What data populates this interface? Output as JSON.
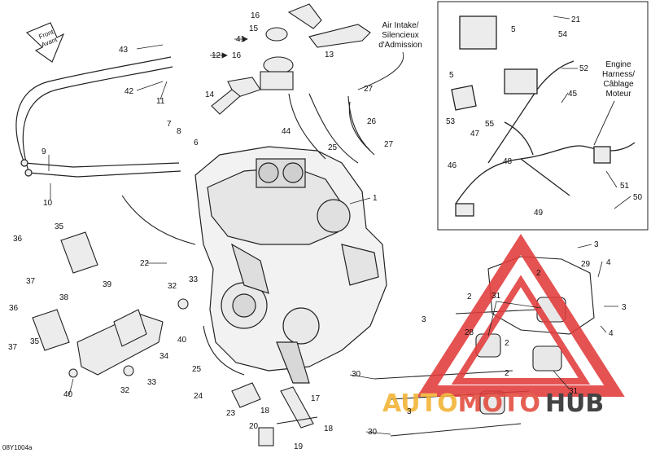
{
  "diagram": {
    "code": "08Y1004a",
    "front_arrow_text": [
      "Front",
      "Avant"
    ],
    "air_intake_note": [
      "Air Intake/",
      "Silencieux",
      "d'Admission"
    ],
    "engine_harness_note": [
      "Engine",
      "Harness/",
      "Câblage",
      "Moteur"
    ],
    "watermark": {
      "part1": "AUTO",
      "part2": "MOTO",
      "part3": "HUB",
      "colors": {
        "triangle": "#e23b3b",
        "auto": "#f2b233",
        "moto": "#e24a3b",
        "hub": "#2a2a2a"
      }
    },
    "callouts": [
      {
        "id": "c1",
        "text": "1"
      },
      {
        "id": "c2a",
        "text": "2"
      },
      {
        "id": "c2b",
        "text": "2"
      },
      {
        "id": "c2c",
        "text": "2"
      },
      {
        "id": "c2d",
        "text": "2"
      },
      {
        "id": "c3a",
        "text": "3"
      },
      {
        "id": "c3b",
        "text": "3"
      },
      {
        "id": "c3c",
        "text": "3"
      },
      {
        "id": "c3d",
        "text": "3"
      },
      {
        "id": "c4a",
        "text": "4"
      },
      {
        "id": "c4b",
        "text": "4"
      },
      {
        "id": "c5a",
        "text": "5"
      },
      {
        "id": "c5b",
        "text": "5"
      },
      {
        "id": "c6",
        "text": "6"
      },
      {
        "id": "c7",
        "text": "7"
      },
      {
        "id": "c8",
        "text": "8"
      },
      {
        "id": "c9",
        "text": "9"
      },
      {
        "id": "c10",
        "text": "10"
      },
      {
        "id": "c11",
        "text": "11"
      },
      {
        "id": "c12",
        "text": "12"
      },
      {
        "id": "c13",
        "text": "13"
      },
      {
        "id": "c14",
        "text": "14"
      },
      {
        "id": "c15",
        "text": "15"
      },
      {
        "id": "c16a",
        "text": "16"
      },
      {
        "id": "c16b",
        "text": "16"
      },
      {
        "id": "c17",
        "text": "17"
      },
      {
        "id": "c18a",
        "text": "18"
      },
      {
        "id": "c18b",
        "text": "18"
      },
      {
        "id": "c19",
        "text": "19"
      },
      {
        "id": "c20",
        "text": "20"
      },
      {
        "id": "c21",
        "text": "21"
      },
      {
        "id": "c22",
        "text": "22"
      },
      {
        "id": "c23",
        "text": "23"
      },
      {
        "id": "c24",
        "text": "24"
      },
      {
        "id": "c25a",
        "text": "25"
      },
      {
        "id": "c25b",
        "text": "25"
      },
      {
        "id": "c26",
        "text": "26"
      },
      {
        "id": "c27a",
        "text": "27"
      },
      {
        "id": "c27b",
        "text": "27"
      },
      {
        "id": "c28",
        "text": "28"
      },
      {
        "id": "c29",
        "text": "29"
      },
      {
        "id": "c30a",
        "text": "30"
      },
      {
        "id": "c30b",
        "text": "30"
      },
      {
        "id": "c31a",
        "text": "31"
      },
      {
        "id": "c31b",
        "text": "31"
      },
      {
        "id": "c32a",
        "text": "32"
      },
      {
        "id": "c32b",
        "text": "32"
      },
      {
        "id": "c33a",
        "text": "33"
      },
      {
        "id": "c33b",
        "text": "33"
      },
      {
        "id": "c34",
        "text": "34"
      },
      {
        "id": "c35a",
        "text": "35"
      },
      {
        "id": "c35b",
        "text": "35"
      },
      {
        "id": "c36a",
        "text": "36"
      },
      {
        "id": "c36b",
        "text": "36"
      },
      {
        "id": "c37a",
        "text": "37"
      },
      {
        "id": "c37b",
        "text": "37"
      },
      {
        "id": "c38",
        "text": "38"
      },
      {
        "id": "c39",
        "text": "39"
      },
      {
        "id": "c40a",
        "text": "40"
      },
      {
        "id": "c40b",
        "text": "40"
      },
      {
        "id": "c41",
        "text": "41"
      },
      {
        "id": "c42",
        "text": "42"
      },
      {
        "id": "c43",
        "text": "43"
      },
      {
        "id": "c44",
        "text": "44"
      },
      {
        "id": "c45",
        "text": "45"
      },
      {
        "id": "c46",
        "text": "46"
      },
      {
        "id": "c47",
        "text": "47"
      },
      {
        "id": "c48",
        "text": "48"
      },
      {
        "id": "c49",
        "text": "49"
      },
      {
        "id": "c50",
        "text": "50"
      },
      {
        "id": "c51",
        "text": "51"
      },
      {
        "id": "c52",
        "text": "52"
      },
      {
        "id": "c53",
        "text": "53"
      },
      {
        "id": "c54",
        "text": "54"
      },
      {
        "id": "c55",
        "text": "55"
      }
    ]
  }
}
